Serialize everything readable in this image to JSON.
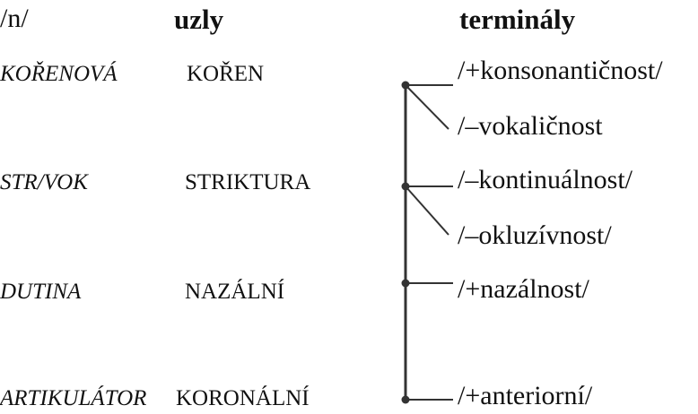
{
  "headers": {
    "phoneme": "/n/",
    "nodes": "uzly",
    "terminals": "terminály"
  },
  "rows": [
    {
      "tier": "KOŘENOVÁ",
      "node": "KOŘEN",
      "terminals": [
        "/+konsonantičnost/",
        "/–vokaličnost"
      ]
    },
    {
      "tier": "STR/VOK",
      "node": "STRIKTURA",
      "terminals": [
        "/–kontinuálnost/",
        "/–okluzívnost/"
      ]
    },
    {
      "tier": "DUTINA",
      "node": "NAZÁLNÍ",
      "terminals": [
        "/+nazálnost/"
      ]
    },
    {
      "tier": "ARTIKULÁTOR",
      "node": "KORONÁLNÍ",
      "terminals": [
        "/+anteriorní/"
      ]
    }
  ],
  "colors": {
    "line": "#333333",
    "text": "#111111"
  }
}
